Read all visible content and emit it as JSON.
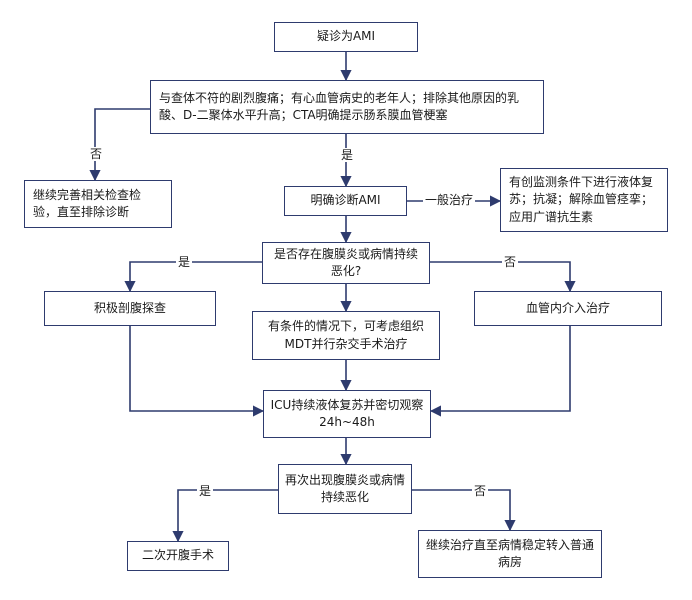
{
  "nodes": {
    "suspect_ami": "疑诊为AMI",
    "criteria": "与查体不符的剧烈腹痛；有心血管病史的老年人；排除其他原因的乳酸、D-二聚体水平升高；CTA明确提示肠系膜血管梗塞",
    "continue_tests": "继续完善相关检查检验，直至排除诊断",
    "confirmed_ami": "明确诊断AMI",
    "general_treatment": "有创监测条件下进行液体复苏；抗凝；解除血管痉挛；应用广谱抗生素",
    "peritonitis_q": "是否存在腹膜炎或病情持续恶化?",
    "laparotomy": "积极剖腹探查",
    "mdt": "有条件的情况下，可考虑组织MDT并行杂交手术治疗",
    "endovascular": "血管内介入治疗",
    "icu": "ICU持续液体复苏并密切观察24h~48h",
    "recurrence_q": "再次出现腹膜炎或病情持续恶化",
    "second_surgery": "二次开腹手术",
    "continue_treatment": "继续治疗直至病情稳定转入普通病房"
  },
  "labels": {
    "no1": "否",
    "yes1": "是",
    "general": "一般治疗",
    "yes2": "是",
    "no2": "否",
    "yes3": "是",
    "no3": "否"
  },
  "colors": {
    "line": "#2e3b6e"
  }
}
